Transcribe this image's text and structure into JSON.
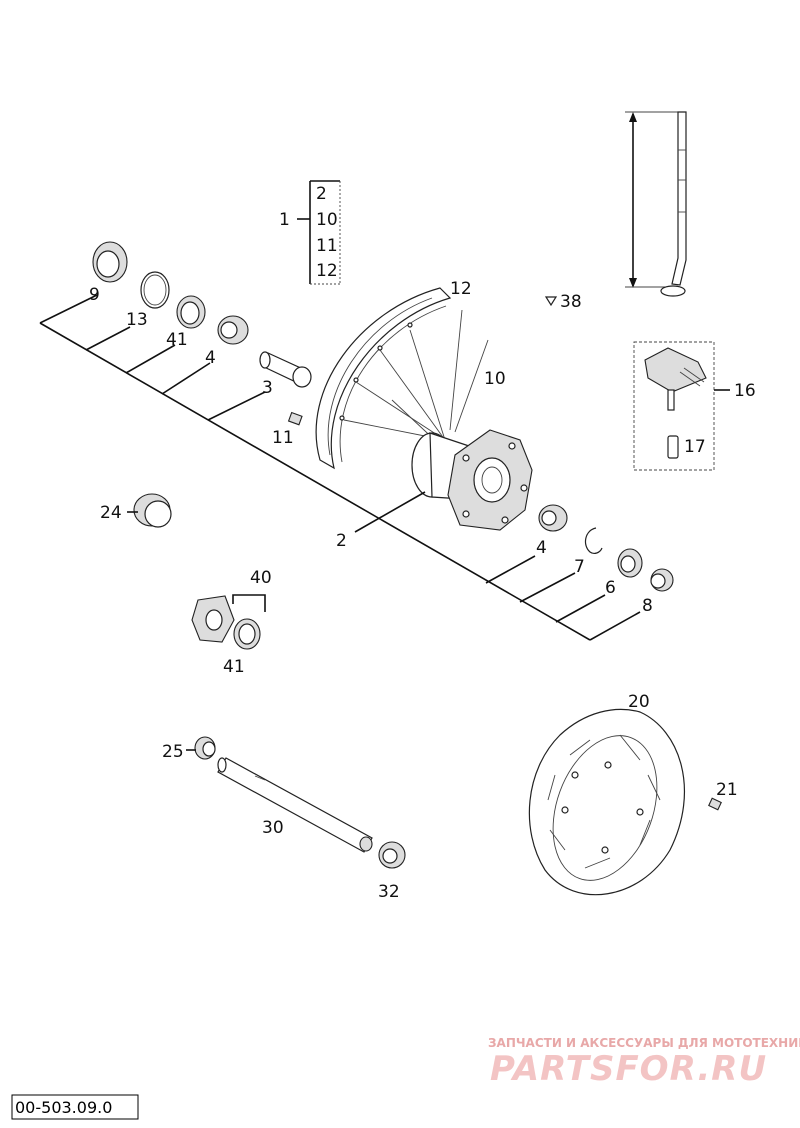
{
  "labels": {
    "p1": "1",
    "p2": "2",
    "p3": "3",
    "p4": "4",
    "p4b": "4",
    "p6": "6",
    "p7": "7",
    "p8": "8",
    "p9": "9",
    "p10": "10",
    "p11": "11",
    "p12": "12",
    "p13": "13",
    "p16": "16",
    "p17": "17",
    "p20": "20",
    "p21": "21",
    "p24": "24",
    "p25": "25",
    "p30": "30",
    "p32": "32",
    "p38": "38",
    "p40": "40",
    "p41": "41",
    "p41b": "41"
  },
  "kit": {
    "items": [
      "2",
      "10",
      "11",
      "12"
    ]
  },
  "watermark": {
    "line1": "ЗАПЧАСТИ И АКСЕССУАРЫ ДЛЯ МОТОТЕХНИКИ",
    "line2": "PARTSFOR.RU"
  },
  "drawing_code": "00-503.09.0"
}
